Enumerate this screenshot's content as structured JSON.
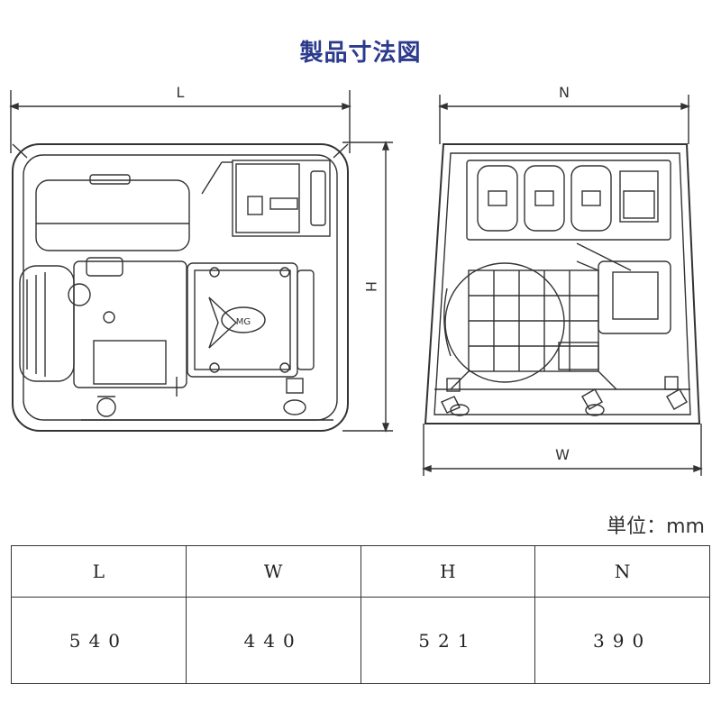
{
  "title": "製品寸法図",
  "unit_label": "単位：mm",
  "diagram_labels": {
    "L": "L",
    "N": "N",
    "H": "H",
    "W": "W",
    "logo": "MG"
  },
  "table": {
    "headers": [
      "L",
      "W",
      "H",
      "N"
    ],
    "values": [
      "540",
      "440",
      "521",
      "390"
    ]
  }
}
